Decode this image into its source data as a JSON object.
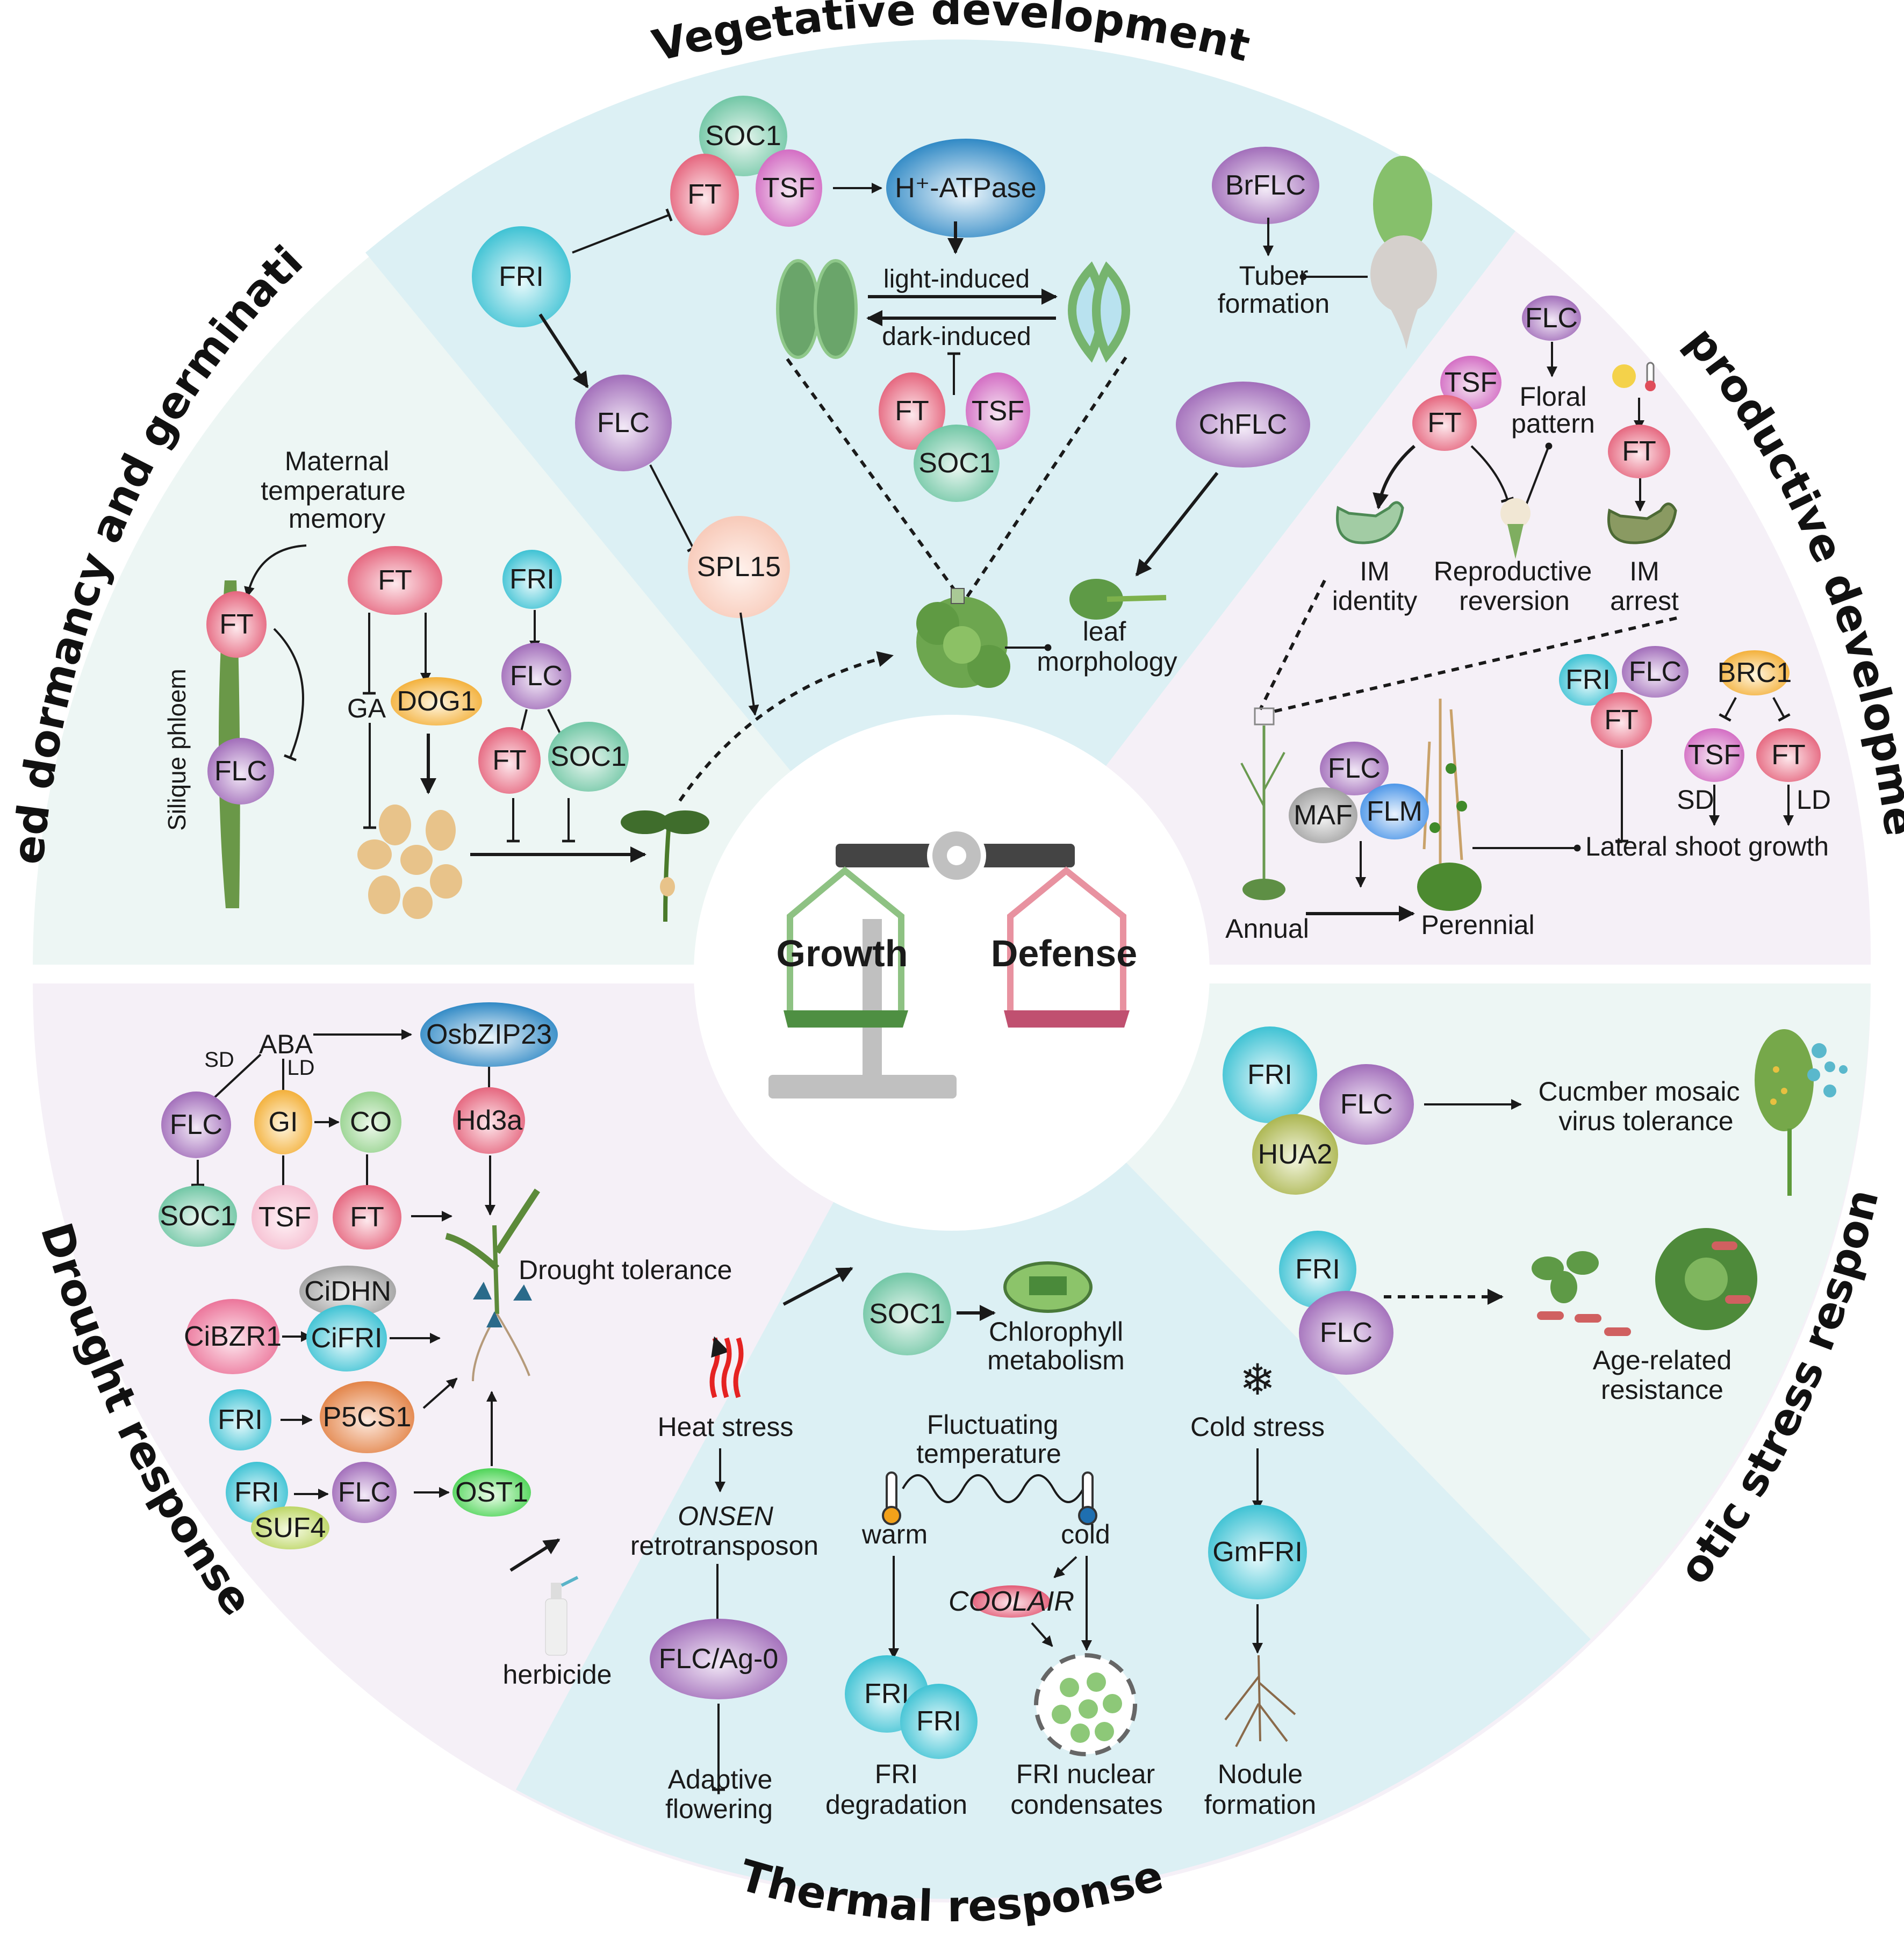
{
  "center": {
    "left_label": "Growth",
    "right_label": "Defense",
    "icon": "balance-scale-icon"
  },
  "colors": {
    "sector_mint": "#edf6f4",
    "sector_blue": "#dcf0f4",
    "sector_lavender": "#f5f0f7",
    "FT": "#e8607a",
    "FRI": "#3cc4d4",
    "FLC": "#a070b8",
    "SOC1": "#6cc6a4",
    "TSF": "#d66cc4",
    "growth_green": "#4e8f42",
    "defense_red": "#c05070"
  },
  "sectors": {
    "vegetative": {
      "title": "Vegetative development",
      "nodes": {
        "soc1_a": "SOC1",
        "ft_a": "FT",
        "tsf_a": "TSF",
        "hatpase": "H⁺-ATPase",
        "fri": "FRI",
        "flc": "FLC",
        "spl15": "SPL15",
        "ft_b": "FT",
        "tsf_b": "TSF",
        "soc1_b": "SOC1",
        "brflc": "BrFLC",
        "chflc": "ChFLC"
      },
      "labels": {
        "light": "light-induced",
        "dark": "dark-induced",
        "tuber1": "Tuber",
        "tuber2": "formation",
        "leaf1": "leaf",
        "leaf2": "morphology"
      }
    },
    "seed": {
      "title": "Seed dormancy and germination",
      "nodes": {
        "ft_a": "FT",
        "flc_a": "FLC",
        "ft_b": "FT",
        "dog1": "DOG1",
        "fri": "FRI",
        "flc_b": "FLC",
        "ft_c": "FT",
        "soc1": "SOC1"
      },
      "labels": {
        "mat1": "Maternal",
        "mat2": "temperature",
        "mat3": "memory",
        "phloem": "Silique phloem",
        "ga": "GA"
      }
    },
    "reproductive": {
      "title": "Reproductive development",
      "nodes": {
        "tsf_a": "TSF",
        "ft_a": "FT",
        "flc_a": "FLC",
        "ft_b": "FT",
        "fri": "FRI",
        "flc_b": "FLC",
        "ft_c": "FT",
        "brc1": "BRC1",
        "tsf_b": "TSF",
        "ft_d": "FT",
        "flc_c": "FLC",
        "maf": "MAF",
        "flm": "FLM"
      },
      "labels": {
        "floral1": "Floral",
        "floral2": "pattern",
        "im1a": "IM",
        "im1b": "identity",
        "rev1": "Reproductive",
        "rev2": "reversion",
        "im2a": "IM",
        "im2b": "arrest",
        "sd": "SD",
        "ld": "LD",
        "lateral": "Lateral shoot growth",
        "annual": "Annual",
        "perennial": "Perennial"
      }
    },
    "drought": {
      "title": "Drought response",
      "nodes": {
        "osbzip23": "OsbZIP23",
        "flc_a": "FLC",
        "gi": "GI",
        "co": "CO",
        "hd3a": "Hd3a",
        "soc1": "SOC1",
        "tsf": "TSF",
        "ft": "FT",
        "cidhn": "CiDHN",
        "cibzr1": "CiBZR1",
        "cifri": "CiFRI",
        "fri_a": "FRI",
        "p5cs1": "P5CS1",
        "fri_b": "FRI",
        "flc_b": "FLC",
        "ost1": "OST1",
        "suf4": "SUF4"
      },
      "labels": {
        "aba": "ABA",
        "sd": "SD",
        "ld": "LD",
        "tolerance": "Drought tolerance"
      }
    },
    "thermal": {
      "title": "Thermal response",
      "nodes": {
        "soc1": "SOC1",
        "flcag": "FLC/Ag-0",
        "coolair": "COOLAIR",
        "fri_a": "FRI",
        "fri_b": "FRI",
        "gmfri": "GmFRI"
      },
      "labels": {
        "chl1": "Chlorophyll",
        "chl2": "metabolism",
        "heat": "Heat stress",
        "onsen": "ONSEN",
        "retro": "retrotransposon",
        "herbicide": "herbicide",
        "adapt1": "Adaptive",
        "adapt2": "flowering",
        "fluct1": "Fluctuating",
        "fluct2": "temperature",
        "warm": "warm",
        "cold": "cold",
        "deg1": "FRI",
        "deg2": "degradation",
        "cond1": "FRI nuclear",
        "cond2": "condensates",
        "coldstress": "Cold stress",
        "nod1": "Nodule",
        "nod2": "formation"
      }
    },
    "biotic": {
      "title": "Biotic stress response",
      "nodes": {
        "fri_a": "FRI",
        "flc_a": "FLC",
        "hua2": "HUA2",
        "fri_b": "FRI",
        "flc_b": "FLC"
      },
      "labels": {
        "cmv1": "Cucmber mosaic",
        "cmv2": "virus tolerance",
        "age1": "Age-related",
        "age2": "resistance"
      }
    }
  }
}
